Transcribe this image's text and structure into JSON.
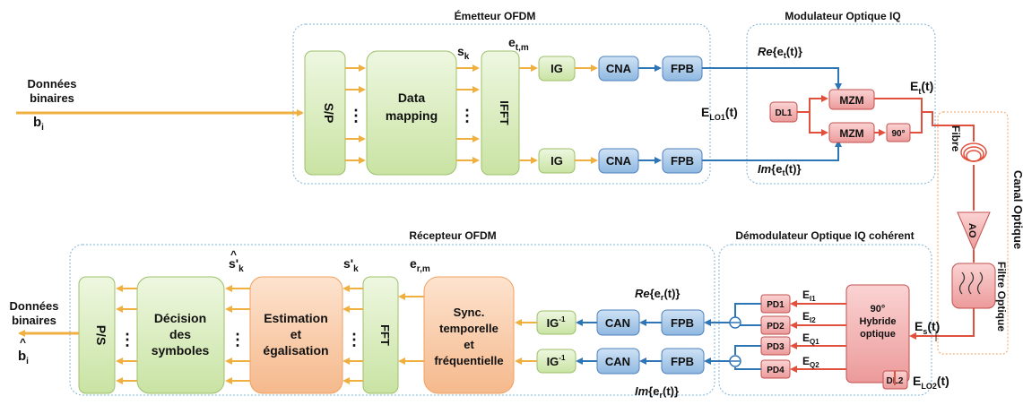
{
  "diagram": {
    "emitter": {
      "title": "Émetteur OFDM",
      "input": {
        "line1": "Données",
        "line2": "binaires",
        "symbol": "b",
        "symbol_sub": "i"
      },
      "sp": "S/P",
      "mapping": {
        "line1": "Data",
        "line2": "mapping"
      },
      "ifft": "IFFT",
      "sk": {
        "main": "s",
        "sub": "k"
      },
      "etm": {
        "main": "e",
        "sub": "t,m"
      },
      "ig": "IG",
      "cna": "CNA",
      "fpb": "FPB",
      "dots": "⋮"
    },
    "modulator": {
      "title": "Modulateur Optique IQ",
      "re_label": {
        "fn": "Re",
        "arg": "{e",
        "sub": "t",
        "tail": "(t)}"
      },
      "im_label": {
        "fn": "Im",
        "arg": "{e",
        "sub": "t",
        "tail": "(t)}"
      },
      "elo1": {
        "main": "E",
        "sub": "LO1",
        "tail": "(t)"
      },
      "dl1": "DL1",
      "mzm": "MZM",
      "phase": "90°",
      "et": {
        "main": "E",
        "sub": "t",
        "tail": "(t)"
      }
    },
    "channel": {
      "title": "Canal Optique",
      "fibre": "Fibre",
      "ao": "AO",
      "filter": "Filtre Optique"
    },
    "demodulator": {
      "title": "Démodulateur Optique IQ cohérent",
      "re_label": {
        "fn": "Re",
        "arg": "{e",
        "sub": "r",
        "tail": "(t)}"
      },
      "im_label": {
        "fn": "Im",
        "arg": "{e",
        "sub": "r",
        "tail": "(t)}"
      },
      "pd": [
        "PD1",
        "PD2",
        "PD3",
        "PD4"
      ],
      "e_labels": [
        {
          "main": "E",
          "sub": "I1"
        },
        {
          "main": "E",
          "sub": "I2"
        },
        {
          "main": "E",
          "sub": "Q1"
        },
        {
          "main": "E",
          "sub": "Q2"
        }
      ],
      "hybrid": {
        "line1": "90°",
        "line2": "Hybride",
        "line3": "optique"
      },
      "es": {
        "main": "E",
        "sub": "s",
        "tail": "(t)"
      },
      "dl2": "DL2",
      "elo2": {
        "main": "E",
        "sub": "LO2",
        "tail": "(t)"
      }
    },
    "receiver": {
      "title": "Récepteur OFDM",
      "fpb": "FPB",
      "can": "CAN",
      "ig_inv": {
        "main": "IG",
        "sup": "-1"
      },
      "sync": {
        "line1": "Sync.",
        "line2": "temporelle",
        "line3": "et",
        "line4": "fréquentielle"
      },
      "erm": {
        "main": "e",
        "sub": "r,m"
      },
      "fft": "FFT",
      "skp": {
        "main": "s'",
        "sub": "k"
      },
      "estimation": {
        "line1": "Estimation",
        "line2": "et",
        "line3": "égalisation"
      },
      "skhat": {
        "main": "s'",
        "sub": "k",
        "hat": "^"
      },
      "decision": {
        "line1": "Décision",
        "line2": "des",
        "line3": "symboles"
      },
      "ps": "P/S",
      "output": {
        "line1": "Données",
        "line2": "binaires",
        "symbol": "b",
        "symbol_sub": "i",
        "hat": "^"
      },
      "dots": "⋮"
    }
  },
  "colors": {
    "green": "#d5ebb5",
    "green_stroke": "#9cc06a",
    "blue": "#9cc3e6",
    "blue_stroke": "#4f81bd",
    "pink": "#f2a8a8",
    "pink_stroke": "#c0504d",
    "peach": "#f8c9a3",
    "orange_arrow": "#f0b040",
    "blue_arrow": "#2e75b6",
    "red_arrow": "#e0503c"
  }
}
